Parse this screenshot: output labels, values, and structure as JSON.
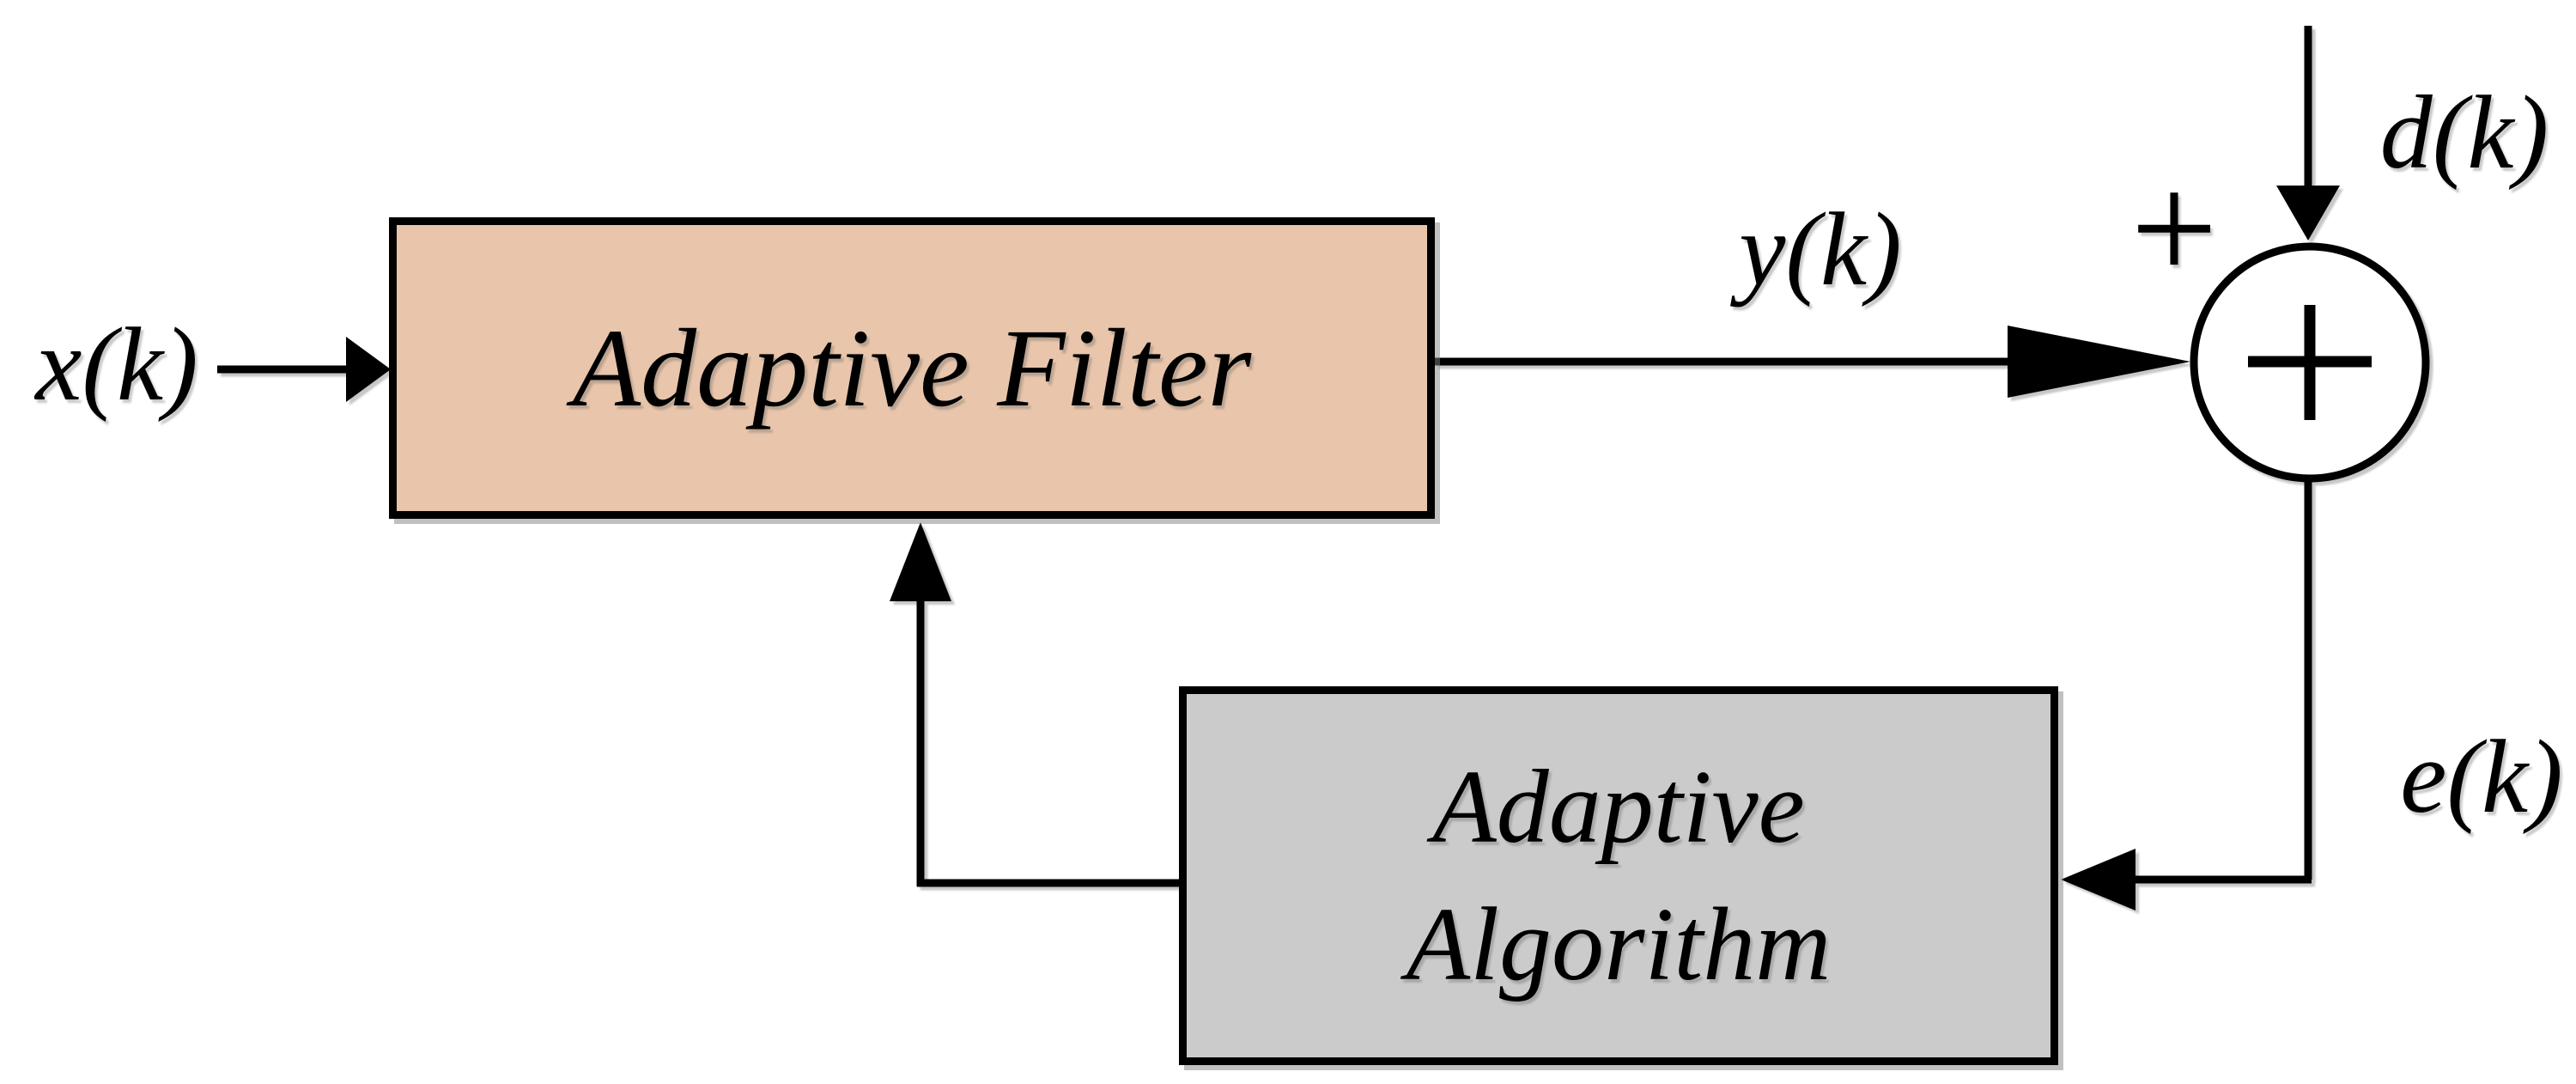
{
  "diagram": {
    "type": "block-diagram",
    "subject": "adaptive-filter-system",
    "background_color": "#ffffff",
    "line_color": "#000000"
  },
  "blocks": {
    "filter": {
      "label": "Adaptive Filter",
      "fill_color": "#e8c5ab",
      "border_color": "#000000"
    },
    "algorithm": {
      "label_line1": "Adaptive",
      "label_line2": "Algorithm",
      "fill_color": "#cbcbcb",
      "border_color": "#000000"
    }
  },
  "signals": {
    "input": "x(k)",
    "output": "y(k)",
    "desired": "d(k)",
    "error": "e(k)"
  },
  "summation": {
    "sign_label": "+",
    "operator_icon": "plus"
  }
}
